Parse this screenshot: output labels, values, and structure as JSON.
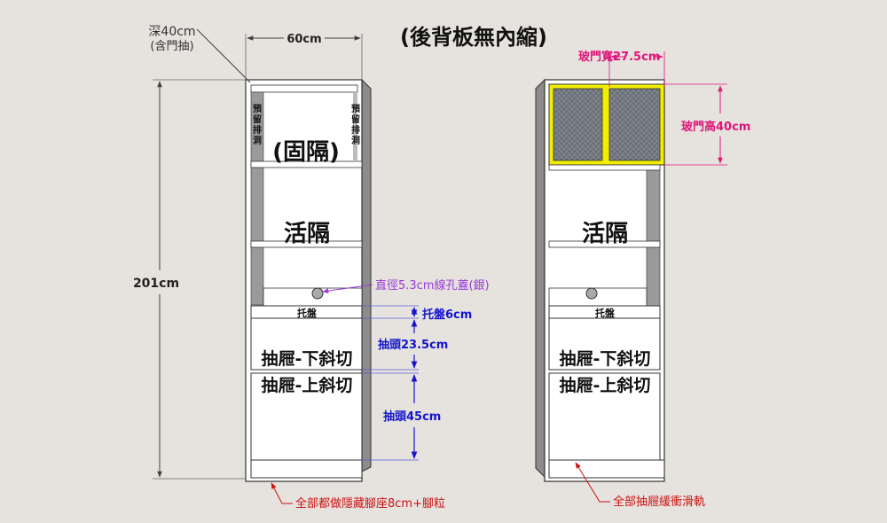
{
  "title": "(後背板無內縮)",
  "left_cabinet": {
    "depth_label": "深40cm",
    "depth_note": "(含門抽)",
    "width_label": "60cm",
    "height_label": "201cm",
    "vent_left": [
      "預",
      "留",
      "排",
      "洞"
    ],
    "vent_right": [
      "預",
      "留",
      "排",
      "洞"
    ],
    "fixed_shelf": "(固隔)",
    "adjustable_shelf": "活隔",
    "cable_hole": "直徑5.3cm線孔蓋(銀)",
    "tray": "托盤",
    "tray_height": "托盤6cm",
    "drawer_top": "抽屜-下斜切",
    "drawer_top_height": "抽頭23.5cm",
    "drawer_bottom": "抽屜-上斜切",
    "drawer_bottom_height": "抽頭45cm",
    "base_note": "全部都做隱藏腳座8cm+腳粒"
  },
  "right_cabinet": {
    "glass_width": "玻門寬27.5cm",
    "glass_height": "玻門高40cm",
    "adjustable_shelf": "活隔",
    "tray": "托盤",
    "drawer_top": "抽屜-下斜切",
    "drawer_bottom": "抽屜-上斜切",
    "rail_note": "全部抽屜緩衝滑軌"
  },
  "colors": {
    "background": "#e6e3de",
    "panel_white": "#ffffff",
    "side_gray": "#8c8c8c",
    "dimension_dark": "#404040",
    "dimension_blue": "#1515cc",
    "dimension_magenta": "#e0157a",
    "hole_purple": "#9a38d8",
    "note_red": "#cc1010",
    "glass_frame": "#f2ee00",
    "glass_fill": "#6a6f78"
  }
}
